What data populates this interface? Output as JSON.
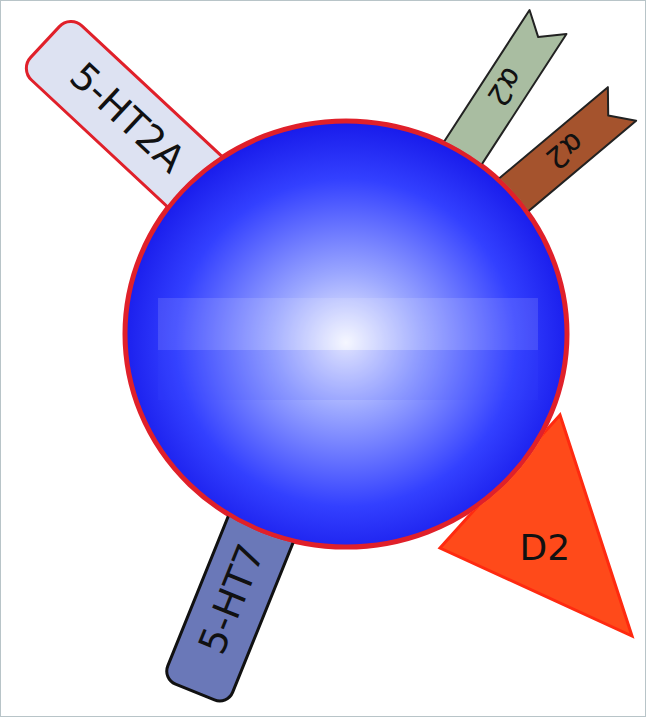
{
  "diagram": {
    "nodes": [
      {
        "text": [
          "5-HT2A"
        ]
      },
      {
        "text": [
          "α2"
        ]
      },
      {
        "text": [
          "α2"
        ]
      },
      {
        "text": [
          "D2"
        ]
      },
      {
        "text": [
          "5-HT7"
        ]
      }
    ]
  }
}
